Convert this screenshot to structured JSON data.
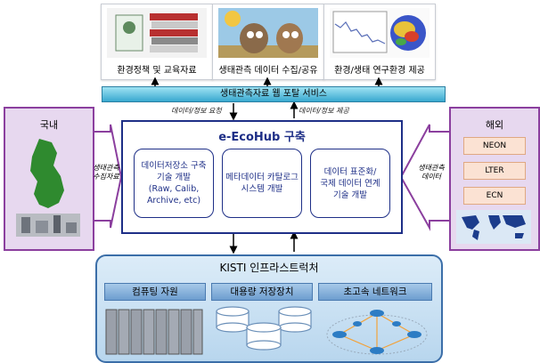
{
  "top_cards": [
    {
      "caption": "환경정책 및 교육자료",
      "icon": "books-icon"
    },
    {
      "caption": "생태관측 데이터 수집/공유",
      "icon": "researchers-cartoon-icon"
    },
    {
      "caption": "환경/생태 연구환경 제공",
      "icon": "research-graph-icon"
    }
  ],
  "portal": {
    "label": "생태관측자료 웹 포탈 서비스"
  },
  "flow_labels": {
    "request": "데이터/정보 요청",
    "provide": "데이터/정보 제공"
  },
  "hub": {
    "title": "e-EcoHub 구축",
    "boxes": [
      "데이터저장소 구축\n기술 개발\n(Raw, Calib,\nArchive, etc)",
      "메타데이터 카탈로그\n시스템 개발",
      "데이터 표준화/\n국제 데이터 연계\n기술 개발"
    ]
  },
  "domestic": {
    "title": "국내",
    "arrow_label": "생태관측\n수집자료",
    "icon": "korea-map-icon"
  },
  "overseas": {
    "title": "해외",
    "arrow_label": "생태관측\n데이터",
    "networks": [
      "NEON",
      "LTER",
      "ECN"
    ],
    "icon": "world-map-icon"
  },
  "kisti": {
    "title": "KISTI 인프라스트럭처",
    "tabs": [
      "컴퓨팅 자원",
      "대용량 저장장치",
      "초고속 네트워크"
    ]
  },
  "colors": {
    "hub_border": "#1e2f87",
    "side_border": "#8b3f9e",
    "portal": "#38a8cf",
    "kisti_border": "#3b6ea8"
  }
}
